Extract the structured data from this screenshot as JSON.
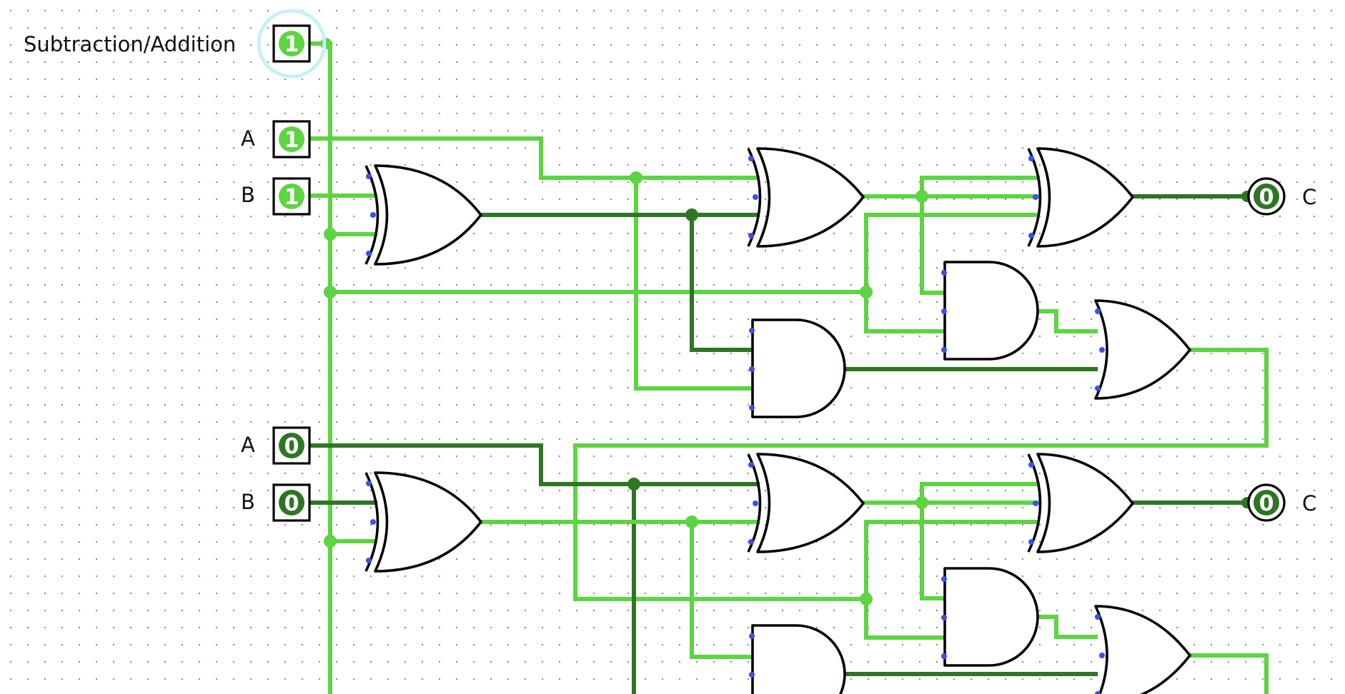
{
  "labels": {
    "mode": "Subtraction/Addition",
    "a_top": "A",
    "b_top": "B",
    "c_top": "C",
    "a_bottom": "A",
    "b_bottom": "B",
    "c_bottom": "C"
  },
  "pins": {
    "mode_value": "1",
    "a_top_value": "1",
    "b_top_value": "1",
    "c_top_value": "0",
    "a_bottom_value": "0",
    "b_bottom_value": "0",
    "c_bottom_value": "0"
  },
  "colors": {
    "wire_high": "#5dd442",
    "wire_low": "#2e7524",
    "port": "#3a4ff0",
    "selection": "#c8f0f5"
  }
}
